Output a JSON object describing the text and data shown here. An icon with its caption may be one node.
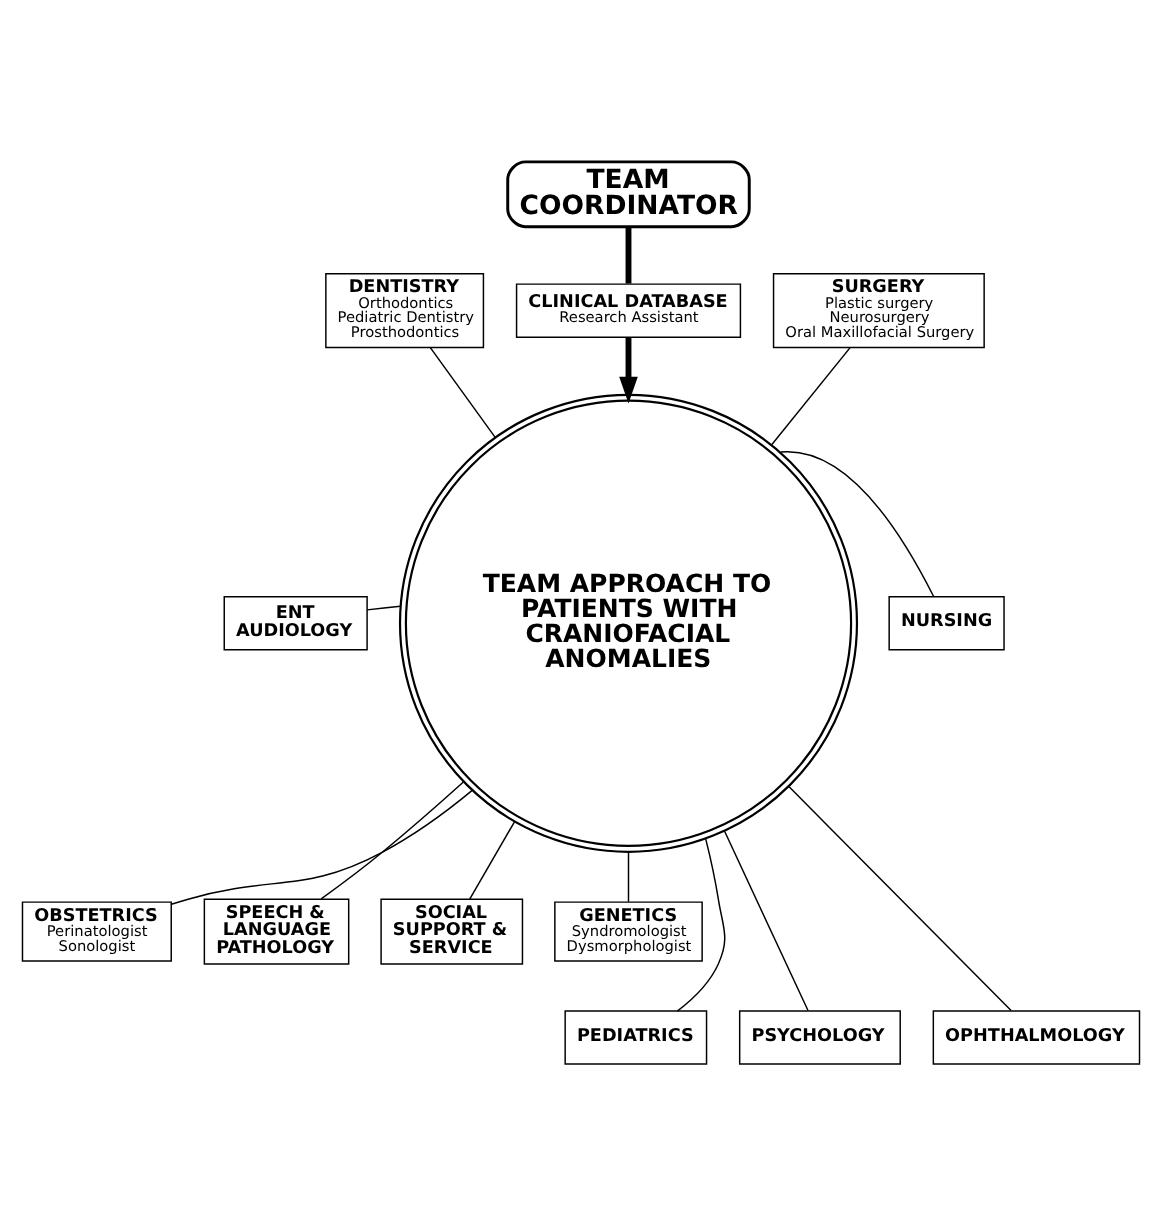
{
  "diagram": {
    "nodes": [
      {
        "text": [
          "TEAM COORDINATOR"
        ]
      },
      {
        "text": [
          "CLINICAL DATABASE",
          "Research Assistant"
        ]
      },
      {
        "text": [
          "DENTISTRY",
          "Orthodontics",
          "Pediatric Dentistry",
          "Prosthodontics"
        ]
      },
      {
        "text": [
          "SURGERY",
          "Plastic surgery",
          "Neurosurgery",
          "Oral Maxillofacial Surgery"
        ]
      },
      {
        "text": [
          "ENT AUDIOLOGY"
        ]
      },
      {
        "text": [
          "TEAM APPROACH TO PATIENTS WITH CRANIOFACIAL ANOMALIES"
        ]
      },
      {
        "text": [
          "NURSING"
        ]
      },
      {
        "text": [
          "OBSTETRICS",
          "Perinatologist",
          "Sonologist"
        ]
      },
      {
        "text": [
          "GENETICS",
          "Syndromologist",
          "Dysmorphologist"
        ]
      },
      {
        "text": [
          "SPEECH & LANGUAGE PATHOLOGY"
        ]
      },
      {
        "text": [
          "SOCIAL SUPPORT & SERVICE"
        ]
      },
      {
        "text": [
          "PEDIATRICS"
        ]
      },
      {
        "text": [
          "OPHTHALMOLOGY"
        ]
      },
      {
        "text": [
          "PSYCHOLOGY"
        ]
      }
    ],
    "edges": [
      {
        "from": 0,
        "to": 1,
        "arrow": "none",
        "style": "thick"
      },
      {
        "from": 1,
        "to": 5,
        "arrow": "to",
        "style": "thick"
      },
      {
        "from": 2,
        "to": 5,
        "arrow": "none"
      },
      {
        "from": 3,
        "to": 5,
        "arrow": "none"
      },
      {
        "from": 4,
        "to": 5,
        "arrow": "none"
      },
      {
        "from": 5,
        "to": 6,
        "arrow": "none"
      },
      {
        "from": 5,
        "to": 7,
        "arrow": "none"
      },
      {
        "from": 5,
        "to": 8,
        "arrow": "none"
      },
      {
        "from": 5,
        "to": 9,
        "arrow": "none"
      },
      {
        "from": 5,
        "to": 10,
        "arrow": "none"
      },
      {
        "from": 5,
        "to": 11,
        "arrow": "none"
      },
      {
        "from": 5,
        "to": 12,
        "arrow": "none"
      },
      {
        "from": 5,
        "to": 13,
        "arrow": "none"
      }
    ]
  }
}
